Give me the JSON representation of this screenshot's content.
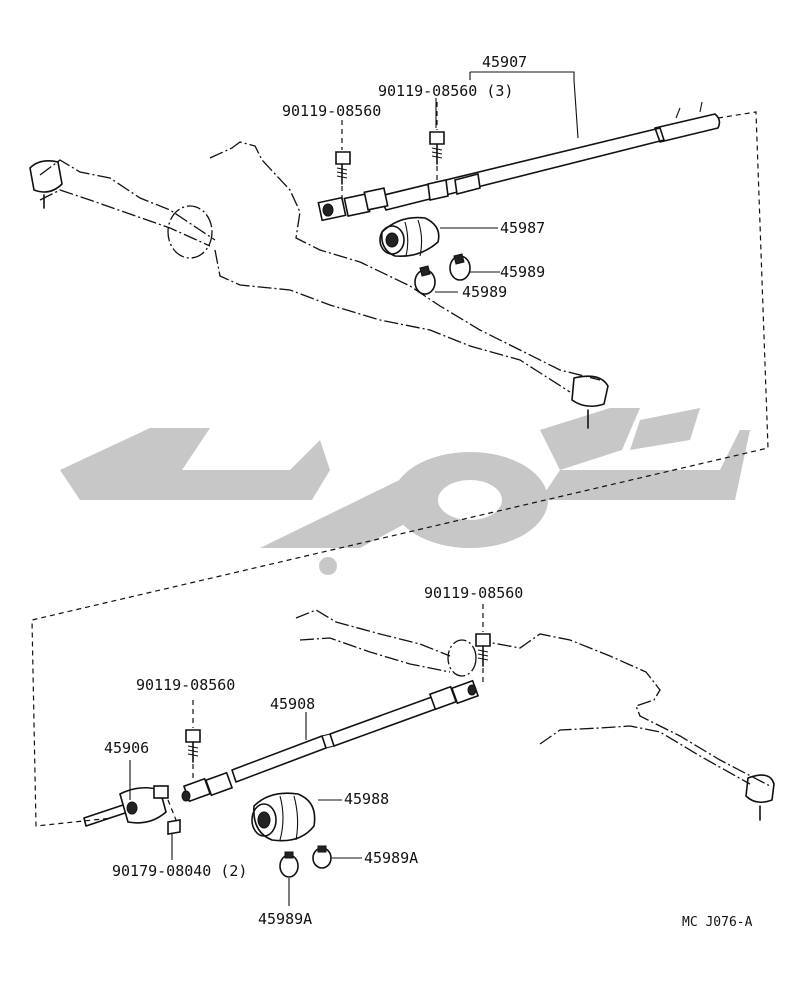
{
  "diagram": {
    "watermark_text": "لوپاری",
    "drawing_code": "MC J076-A",
    "labels": {
      "p45907": "45907",
      "p90119_top_pair": "90119-08560 (3)",
      "p90119_top_single": "90119-08560",
      "p45987": "45987",
      "p45989_a": "45989",
      "p45989_b": "45989",
      "p90119_lower_right": "90119-08560",
      "p90119_lower_left": "90119-08560",
      "p45908": "45908",
      "p45906": "45906",
      "p45988": "45988",
      "p45989A_right": "45989A",
      "p90179": "90179-08040 (2)",
      "p45989A_bottom": "45989A"
    }
  }
}
